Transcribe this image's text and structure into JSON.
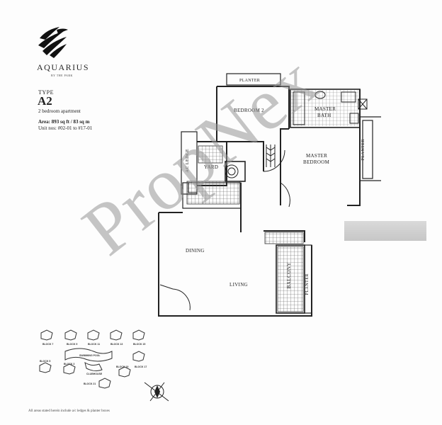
{
  "brand": {
    "name": "AQUARIUS",
    "tagline": "BY THE PARK"
  },
  "unit": {
    "type_label": "TYPE",
    "type_name": "A2",
    "description": "2 bedroom apartment",
    "area": "Area: 893 sq ft / 83 sq m",
    "units": "Unit nos: #02-01 to #17-01"
  },
  "rooms": {
    "planter_top": "PLANTER",
    "bedroom2": "BEDROOM 2",
    "master_bath_1": "MASTER",
    "master_bath_2": "BATH",
    "master_bed_1": "MASTER",
    "master_bed_2": "BEDROOM",
    "planter_right": "PLANTER",
    "ac_ledge": "AC LEDGE",
    "yard": "YARD",
    "dining": "DINING",
    "living": "LIVING",
    "balcony": "BALCONY",
    "planter_balcony": "PLANTER"
  },
  "site_blocks": {
    "block7": "BLOCK 7",
    "block9": "BLOCK 9",
    "block11": "BLOCK 11",
    "block13": "BLOCK 13",
    "block15": "BLOCK 15",
    "block5": "BLOCK 5",
    "block3": "BLOCK 3",
    "block19": "BLOCK 19",
    "block17": "BLOCK 17",
    "block21": "BLOCK 21",
    "swimming_pool": "SWIMMING POOL",
    "clubhouse": "CLUBHOUSE"
  },
  "watermark": "PropNex",
  "footnote": "All areas stated herein include a/c ledges & planter boxes"
}
